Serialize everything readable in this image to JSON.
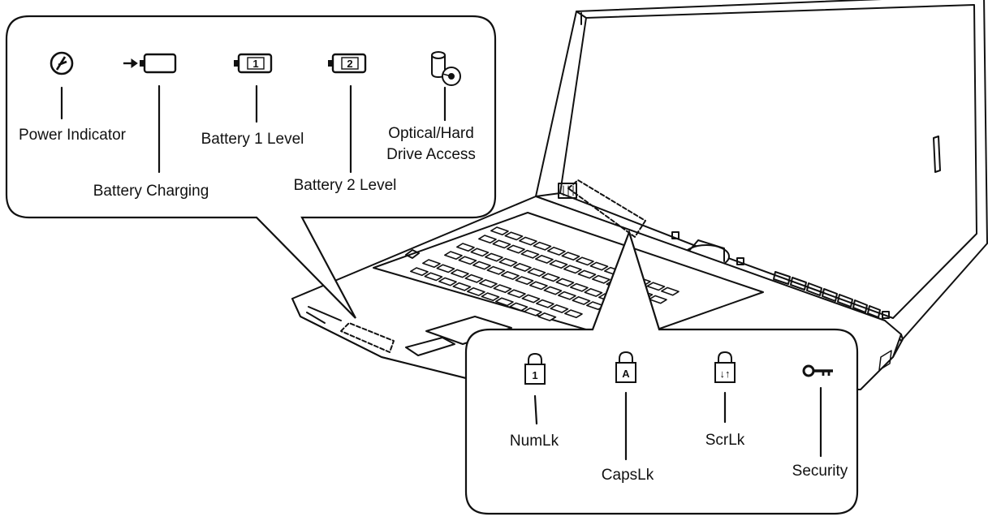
{
  "indicators_top": {
    "power": "Power Indicator",
    "battery_charging": "Battery Charging",
    "battery1": "Battery 1 Level",
    "battery2": "Battery 2 Level",
    "drive_line1": "Optical/Hard",
    "drive_line2": "Drive Access",
    "battery1_number": "1",
    "battery2_number": "2"
  },
  "indicators_bottom": {
    "numlk": "NumLk",
    "capslk": "CapsLk",
    "scrlk": "ScrLk",
    "security": "Security",
    "numlk_glyph": "1",
    "capslk_glyph": "A",
    "scrlk_glyph": "↓↑"
  },
  "icons": [
    "power-icon",
    "battery-charging-icon",
    "battery-1-icon",
    "battery-2-icon",
    "drive-access-icon",
    "numlock-icon",
    "capslock-icon",
    "scrolllock-icon",
    "security-key-icon"
  ],
  "colors": {
    "line": "#111111",
    "background": "#ffffff"
  }
}
